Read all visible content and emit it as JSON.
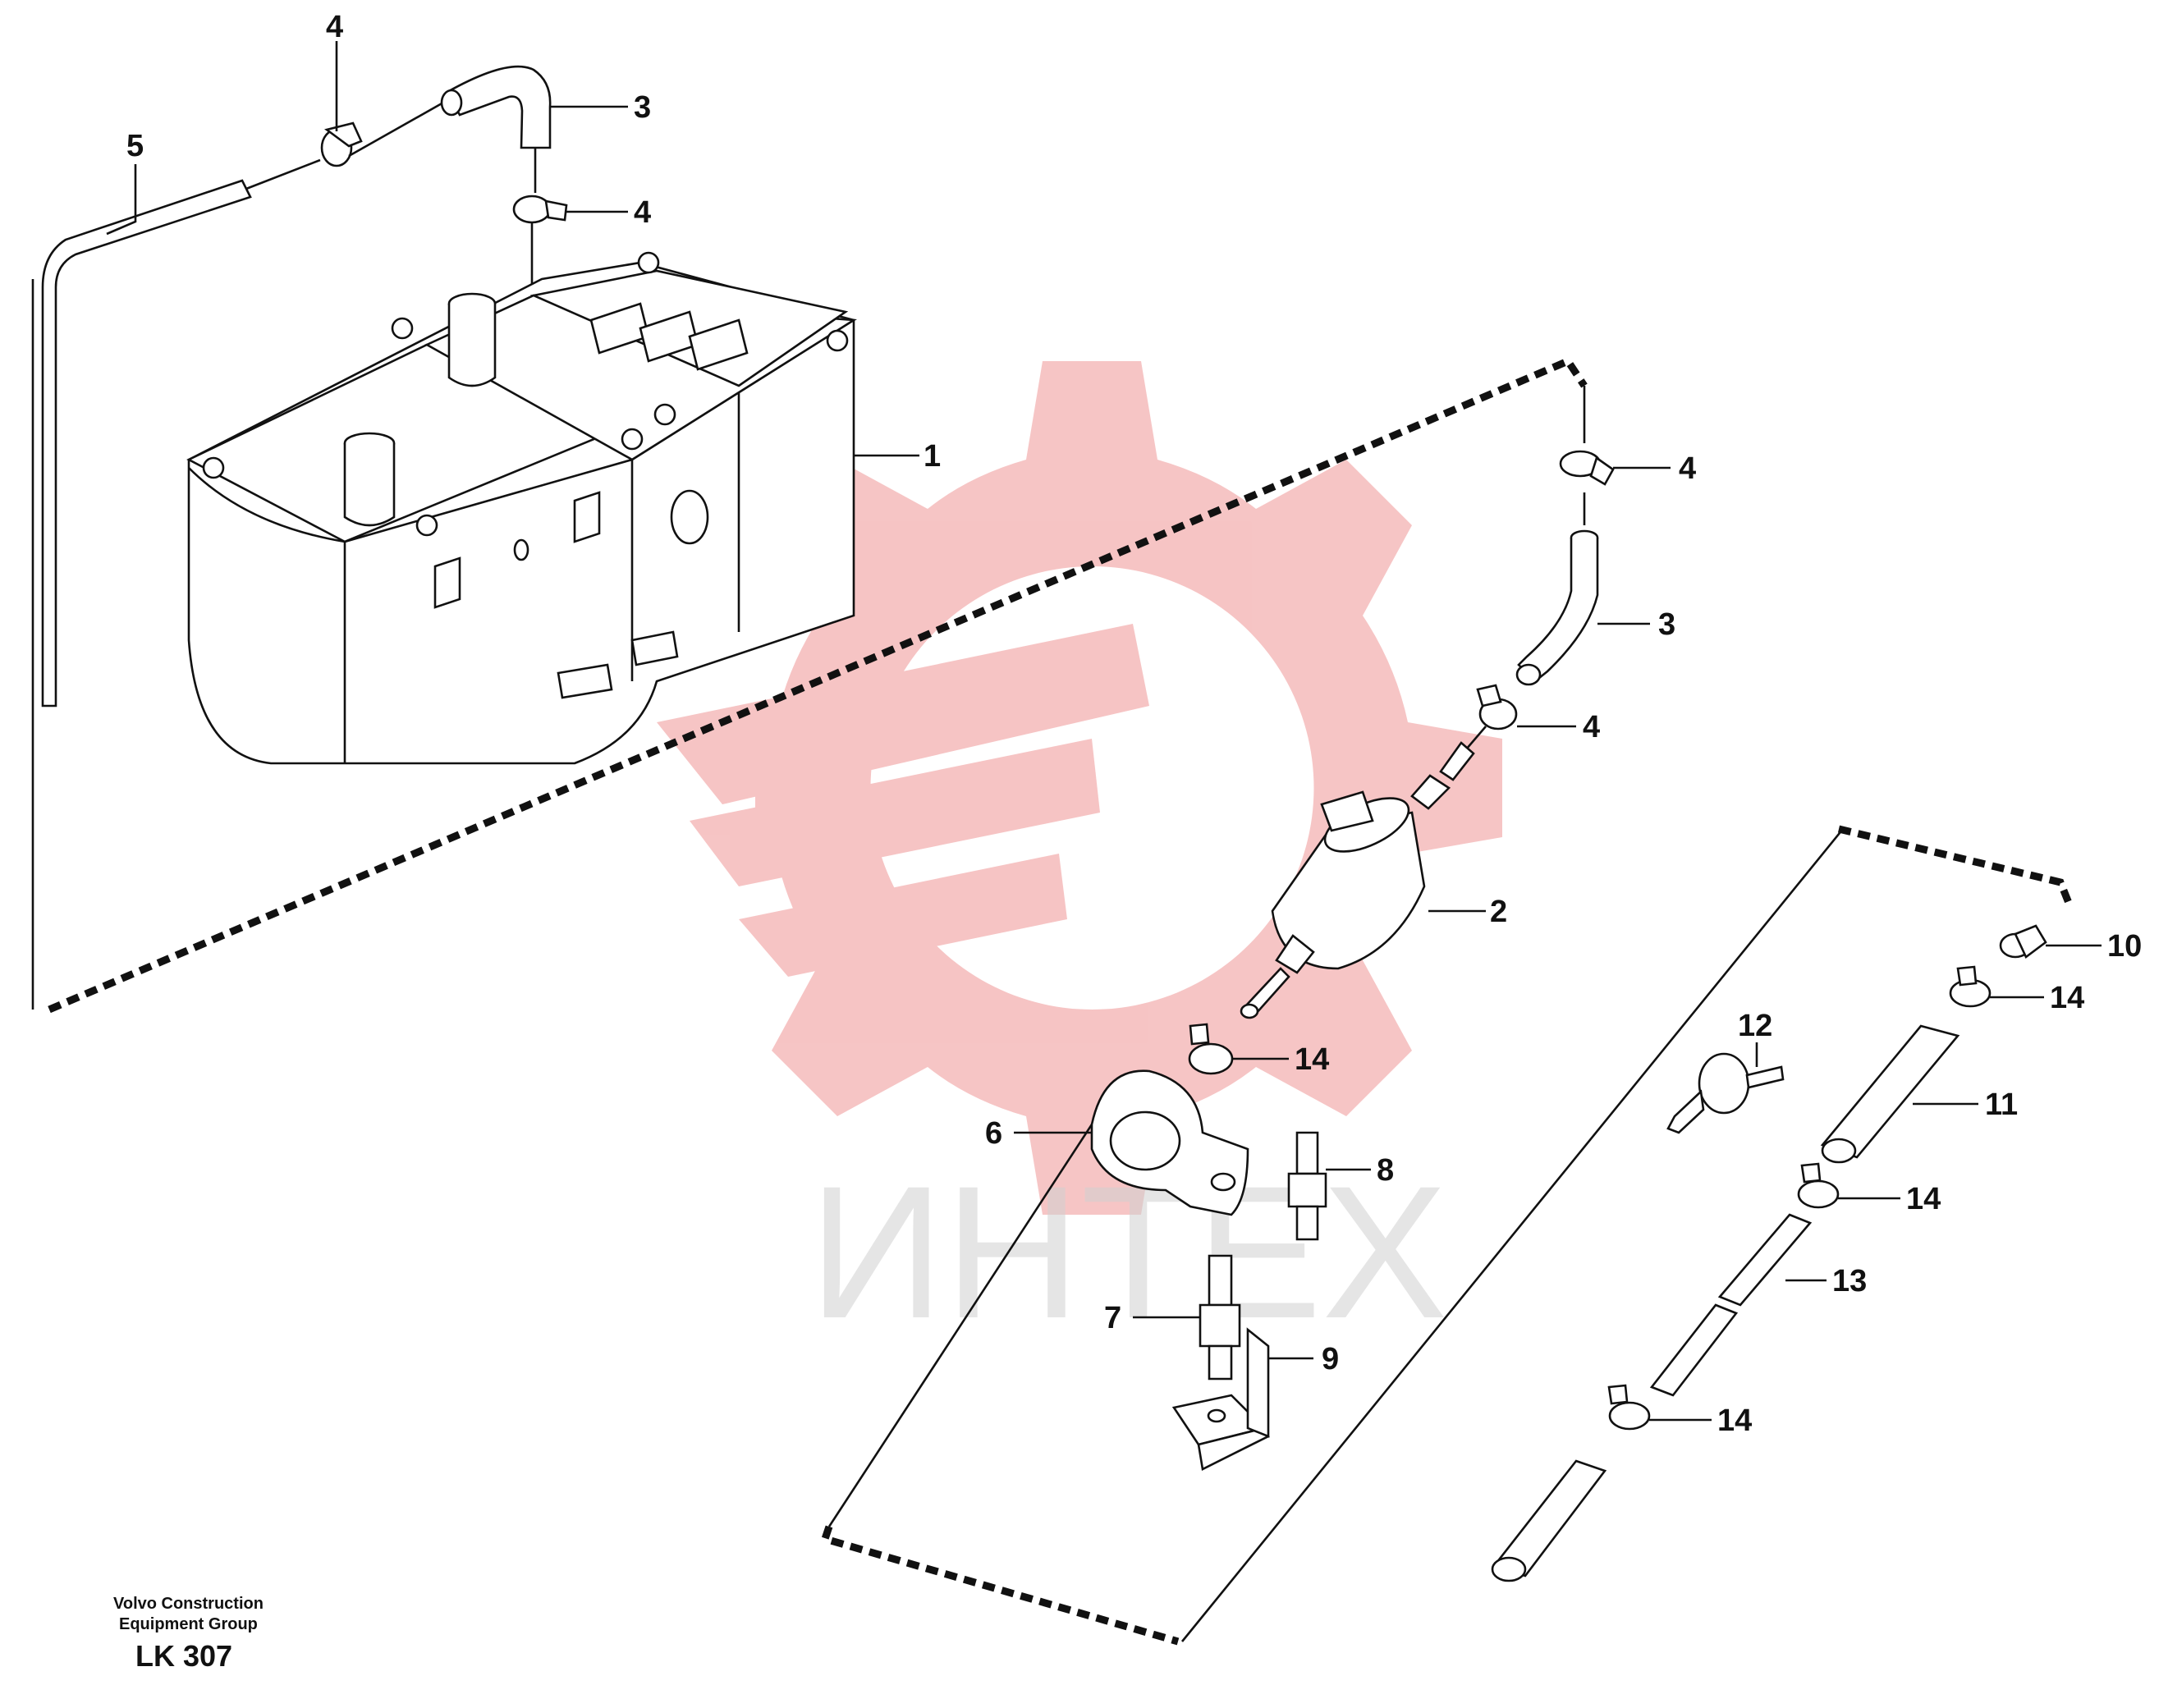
{
  "watermark": {
    "text": "ИНТЕХ",
    "logo_color": "#f08a8a",
    "logo_icon": "gear-wrench-logo"
  },
  "footer": {
    "line1": "Volvo Construction",
    "line2": "Equipment Group",
    "code": "LK 307"
  },
  "callouts": [
    {
      "id": "c1",
      "label": "1"
    },
    {
      "id": "c2",
      "label": "2"
    },
    {
      "id": "c3a",
      "label": "3"
    },
    {
      "id": "c3b",
      "label": "3"
    },
    {
      "id": "c4a",
      "label": "4"
    },
    {
      "id": "c4b",
      "label": "4"
    },
    {
      "id": "c4c",
      "label": "4"
    },
    {
      "id": "c4d",
      "label": "4"
    },
    {
      "id": "c5",
      "label": "5"
    },
    {
      "id": "c6",
      "label": "6"
    },
    {
      "id": "c7",
      "label": "7"
    },
    {
      "id": "c8",
      "label": "8"
    },
    {
      "id": "c9",
      "label": "9"
    },
    {
      "id": "c10",
      "label": "10"
    },
    {
      "id": "c11",
      "label": "11"
    },
    {
      "id": "c12",
      "label": "12"
    },
    {
      "id": "c13",
      "label": "13"
    },
    {
      "id": "c14a",
      "label": "14"
    },
    {
      "id": "c14b",
      "label": "14"
    },
    {
      "id": "c14c",
      "label": "14"
    },
    {
      "id": "c14d",
      "label": "14"
    }
  ]
}
